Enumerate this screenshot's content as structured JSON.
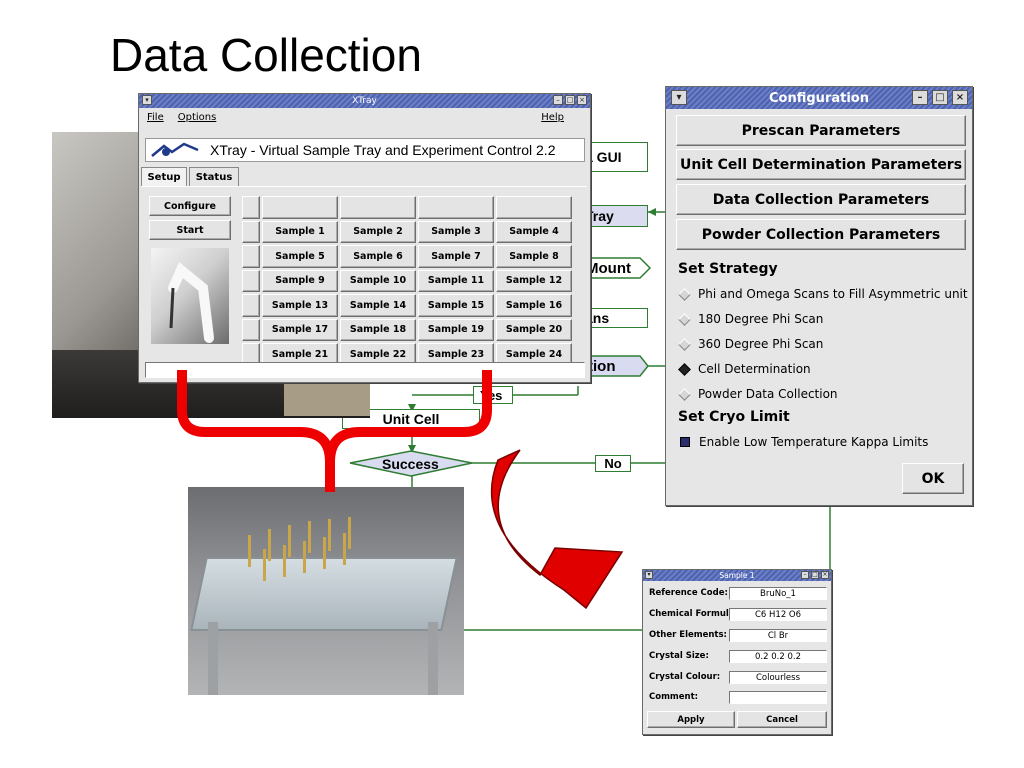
{
  "slide": {
    "title": "Data Collection"
  },
  "colors": {
    "titlebar": "#5a6db8",
    "flow_green": "#2e7d32",
    "arrow_red": "#e00000",
    "bracket_red": "#ee0000"
  },
  "flowchart": {
    "gui_label": "a GUI",
    "tray_label": "Tray",
    "mount_label": "Mount",
    "scans_label": "ans",
    "strategy_label": "tion",
    "yes_label": "Yes",
    "unit_cell_label": "Unit Cell",
    "success_label": "Success",
    "no_label": "No"
  },
  "xtray": {
    "title": "XTray",
    "menus": {
      "file": "File",
      "options": "Options",
      "help": "Help"
    },
    "banner": "XTray - Virtual Sample Tray and Experiment Control 2.2",
    "tabs": {
      "setup": "Setup",
      "status": "Status"
    },
    "buttons": {
      "configure": "Configure",
      "start": "Start"
    },
    "samples": [
      [
        "Sample 1",
        "Sample 2",
        "Sample 3",
        "Sample 4"
      ],
      [
        "Sample 5",
        "Sample 6",
        "Sample 7",
        "Sample 8"
      ],
      [
        "Sample 9",
        "Sample 10",
        "Sample 11",
        "Sample 12"
      ],
      [
        "Sample 13",
        "Sample 14",
        "Sample 15",
        "Sample 16"
      ],
      [
        "Sample 17",
        "Sample 18",
        "Sample 19",
        "Sample 20"
      ],
      [
        "Sample 21",
        "Sample 22",
        "Sample 23",
        "Sample 24"
      ]
    ]
  },
  "config": {
    "title": "Configuration",
    "buttons": {
      "prescan": "Prescan Parameters",
      "unit_cell": "Unit Cell Determination Parameters",
      "data_collection": "Data Collection Parameters",
      "powder": "Powder Collection Parameters"
    },
    "strategy_heading": "Set Strategy",
    "strategies": [
      {
        "label": "Phi and Omega Scans to Fill Asymmetric unit",
        "selected": false
      },
      {
        "label": "180 Degree Phi Scan",
        "selected": false
      },
      {
        "label": "360 Degree Phi Scan",
        "selected": false
      },
      {
        "label": "Cell Determination",
        "selected": true
      },
      {
        "label": "Powder Data Collection",
        "selected": false
      }
    ],
    "cryo_heading": "Set Cryo Limit",
    "cryo_option": "Enable Low Temperature Kappa Limits",
    "cryo_checked": true,
    "ok": "OK"
  },
  "sample_window": {
    "title": "Sample 1",
    "fields": {
      "reference_code": {
        "label": "Reference Code:",
        "value": "BruNo_1"
      },
      "chemical_formula": {
        "label": "Chemical Formula:",
        "value": "C6 H12 O6"
      },
      "other_elements": {
        "label": "Other Elements:",
        "value": "Cl Br"
      },
      "crystal_size": {
        "label": "Crystal Size:",
        "value": "0.2 0.2 0.2"
      },
      "crystal_colour": {
        "label": "Crystal Colour:",
        "value": "Colourless"
      },
      "comment": {
        "label": "Comment:",
        "value": ""
      }
    },
    "apply": "Apply",
    "cancel": "Cancel"
  }
}
